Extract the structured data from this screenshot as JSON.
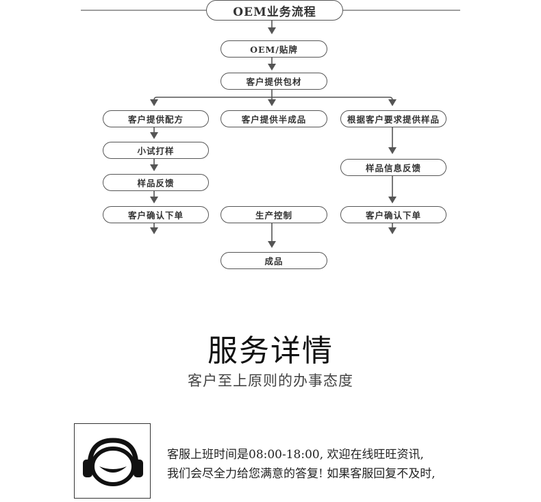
{
  "diagram": {
    "title": "OEM业务流程",
    "nodes": {
      "oem": "OEM/贴牌",
      "provide_packaging": "客户提供包材",
      "provide_formula": "客户提供配方",
      "provide_semi": "客户提供半成品",
      "provide_sample": "根据客户要求提供样品",
      "trial": "小试打样",
      "feedback_left": "样品反馈",
      "feedback_right": "样品信息反馈",
      "order_left": "客户确认下单",
      "production": "生产控制",
      "order_right": "客户确认下单",
      "finished": "成品"
    },
    "edges": [
      [
        "title",
        "oem"
      ],
      [
        "oem",
        "provide_packaging"
      ],
      [
        "provide_packaging",
        "provide_formula"
      ],
      [
        "provide_packaging",
        "provide_semi"
      ],
      [
        "provide_packaging",
        "provide_sample"
      ],
      [
        "provide_formula",
        "trial"
      ],
      [
        "trial",
        "feedback_left"
      ],
      [
        "feedback_left",
        "order_left"
      ],
      [
        "provide_sample",
        "feedback_right"
      ],
      [
        "feedback_right",
        "order_right"
      ],
      [
        "production",
        "finished"
      ]
    ],
    "line_color": "#555555"
  },
  "service": {
    "title": "服务详情",
    "subtitle": "客户至上原则的办事态度",
    "icon": "customer-service-headset-icon",
    "text_line1": "客服上班时间是08:00-18:00, 欢迎在线旺旺资讯,",
    "text_line2": "我们会尽全力给您满意的答复! 如果客服回复不及时,"
  }
}
